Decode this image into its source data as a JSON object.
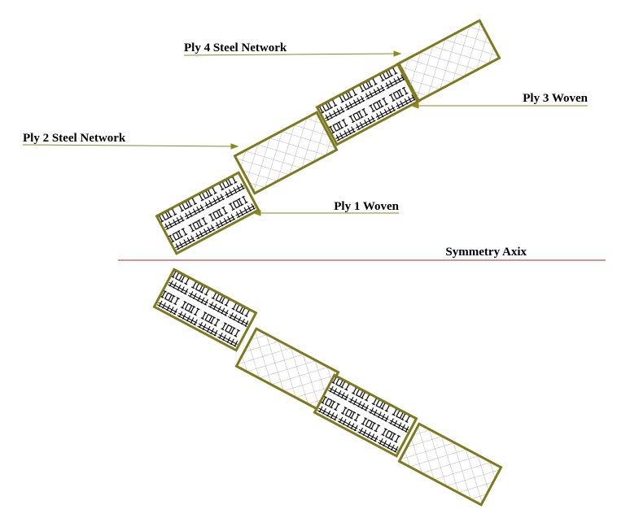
{
  "labels": {
    "ply4": "Ply 4 Steel Network",
    "ply3": "Ply 3 Woven",
    "ply2": "Ply 2 Steel Network",
    "ply1": "Ply 1 Woven",
    "axis": "Symmetry Axix"
  },
  "colors": {
    "ply_border": "#7d7a1e",
    "leader_line": "#8a8a1e",
    "axis_line": "#c0504d",
    "mesh": "#b8b8b8",
    "woven": "#000000"
  },
  "plies": [
    {
      "name": "ply-1",
      "pattern": "woven"
    },
    {
      "name": "ply-2",
      "pattern": "steel-network"
    },
    {
      "name": "ply-3",
      "pattern": "woven"
    },
    {
      "name": "ply-4",
      "pattern": "steel-network"
    }
  ]
}
